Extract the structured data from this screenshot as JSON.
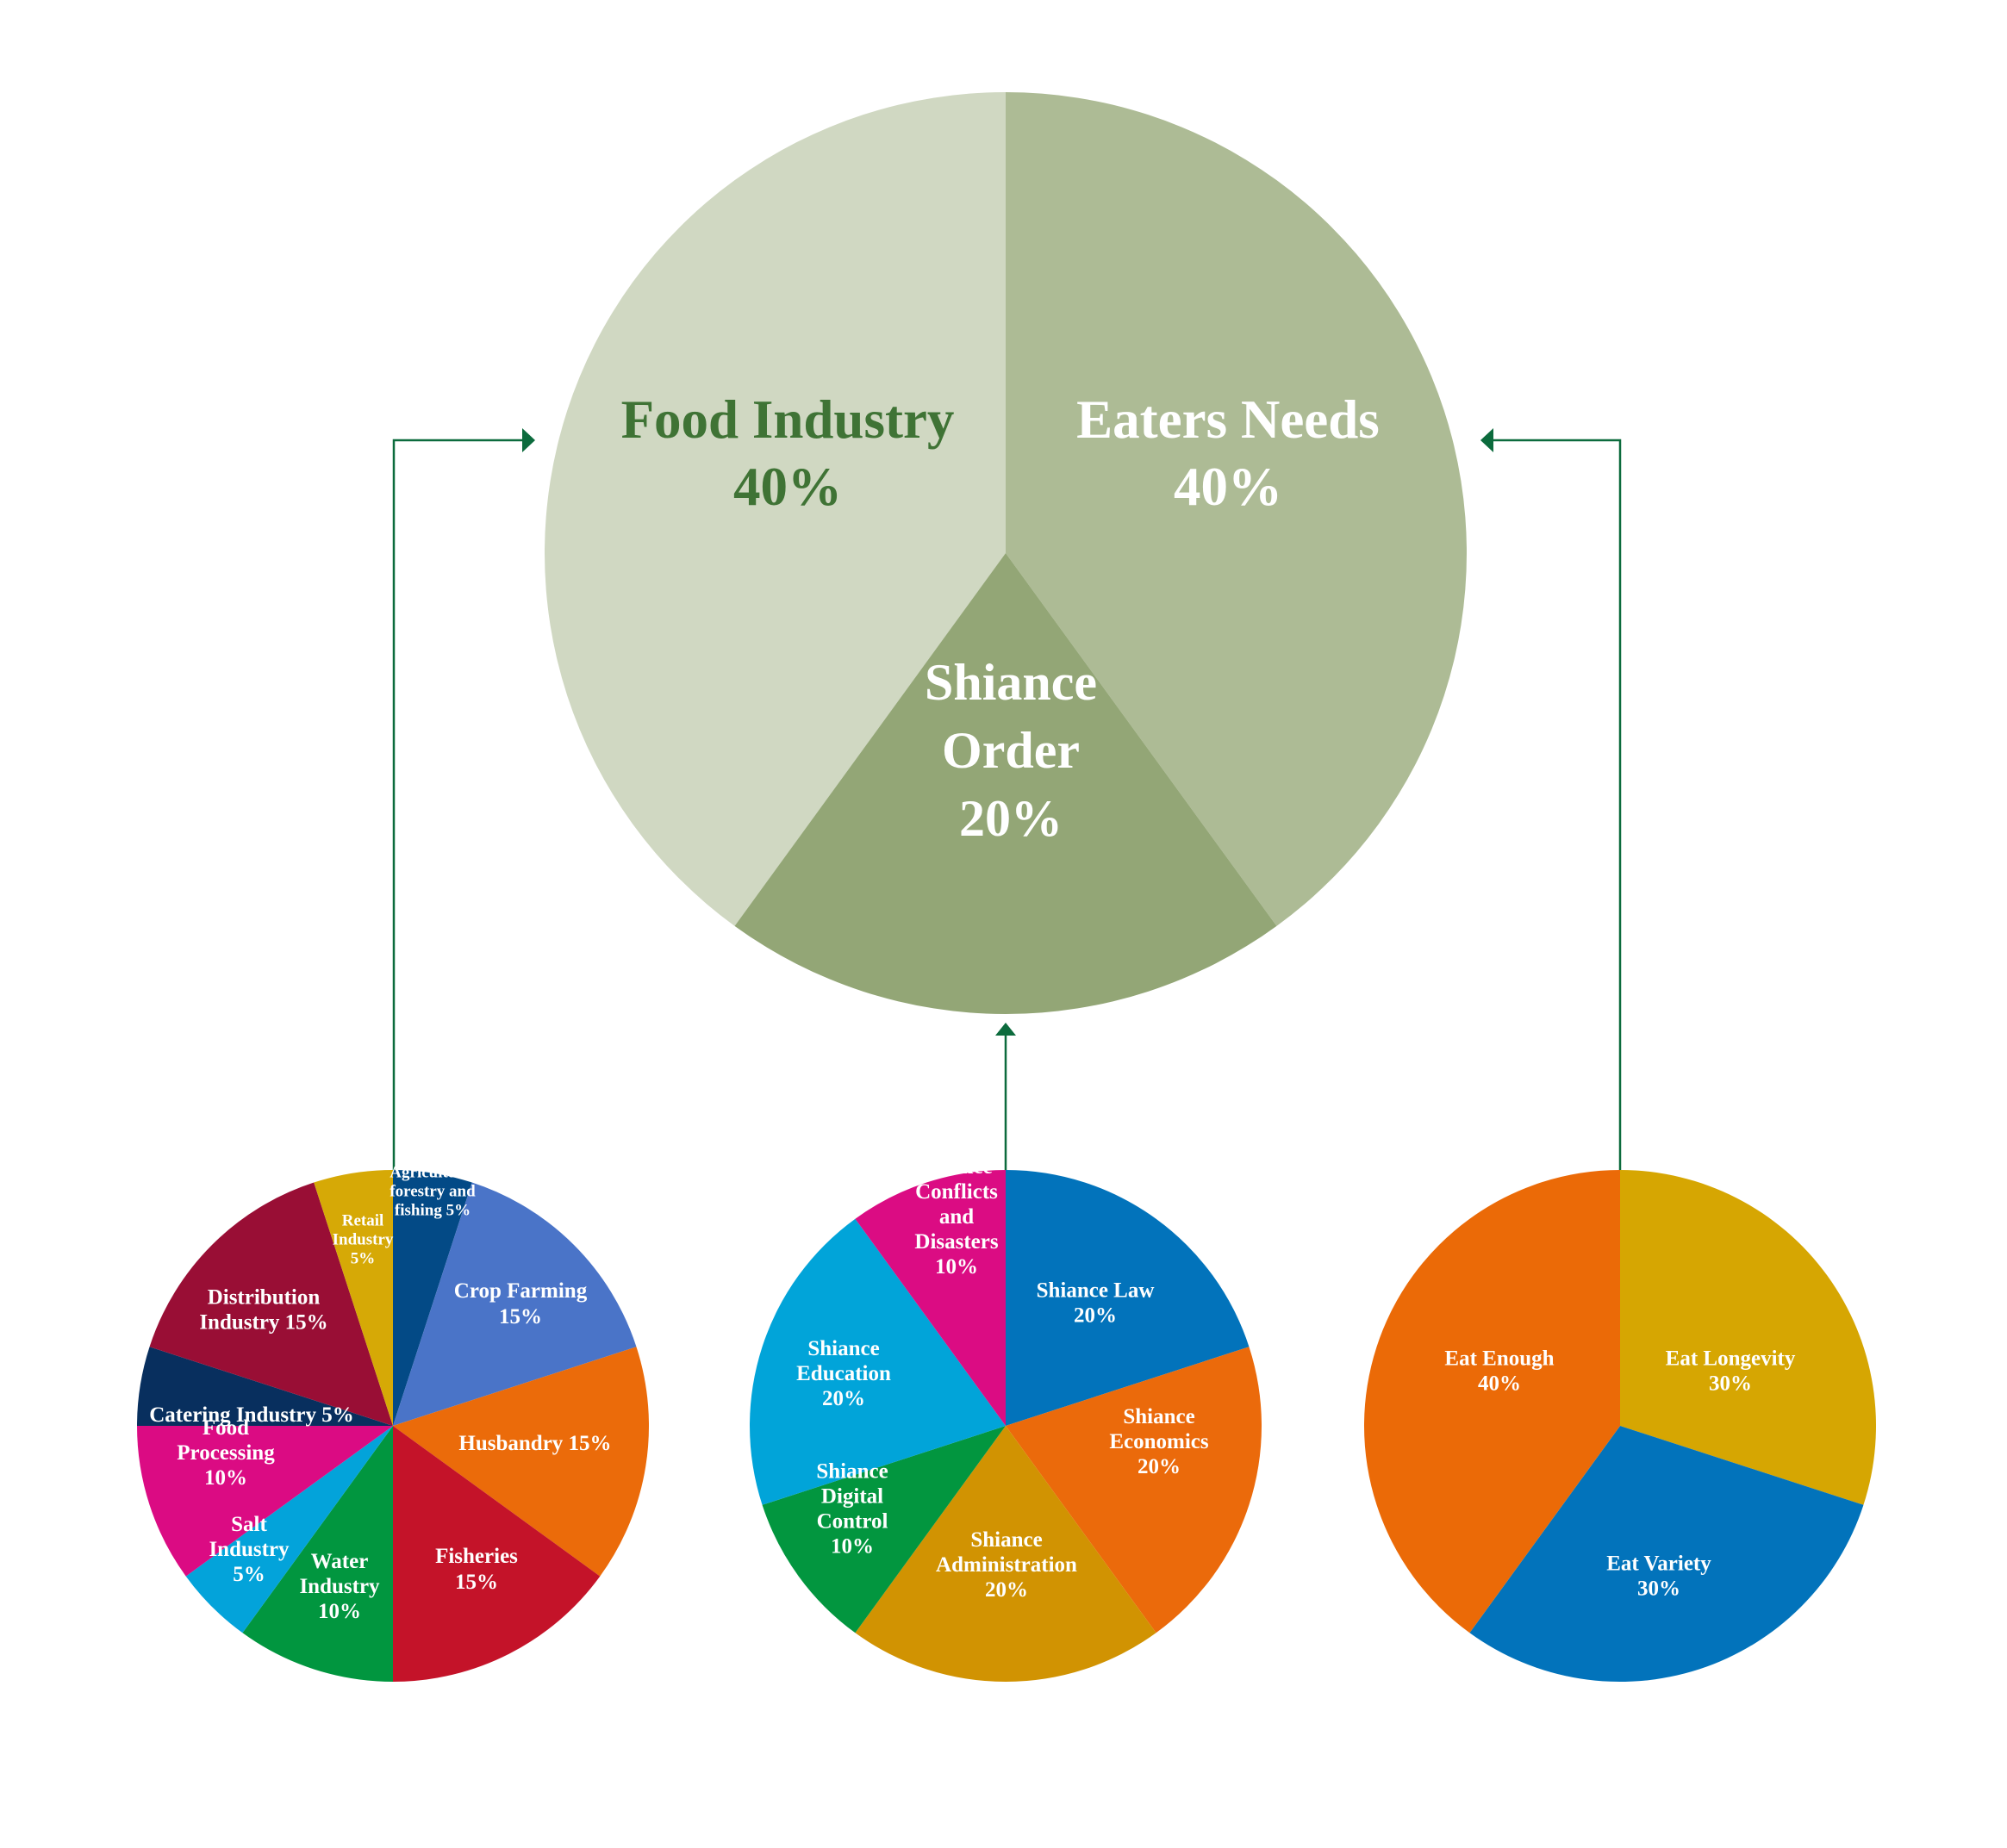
{
  "chart_data": [
    {
      "type": "pie",
      "title": "",
      "slices": [
        {
          "label": [
            "Eaters Needs",
            "40%"
          ],
          "value": 40,
          "color": "#adbb95",
          "text_color": "#ffffff"
        },
        {
          "label": [
            "Shiance",
            "Order",
            "20%"
          ],
          "value": 20,
          "color": "#93a676",
          "text_color": "#ffffff"
        },
        {
          "label": [
            "Food Industry",
            "40%"
          ],
          "value": 40,
          "color": "#d0d8c2",
          "text_color": "#3f7335"
        }
      ]
    },
    {
      "type": "pie",
      "title": "",
      "slices": [
        {
          "label": [
            "Agriculture,",
            "forestry and",
            "fishing 5%"
          ],
          "value": 5,
          "color": "#034a86",
          "text_color": "#ffffff"
        },
        {
          "label": [
            "Crop Farming",
            "15%"
          ],
          "value": 15,
          "color": "#4a74c8",
          "text_color": "#ffffff"
        },
        {
          "label": [
            "Husbandry 15%"
          ],
          "value": 15,
          "color": "#eb6b0a",
          "text_color": "#ffffff"
        },
        {
          "label": [
            "Fisheries",
            "15%"
          ],
          "value": 15,
          "color": "#c41329",
          "text_color": "#ffffff"
        },
        {
          "label": [
            "Water",
            "Industry",
            "10%"
          ],
          "value": 10,
          "color": "#01963f",
          "text_color": "#ffffff"
        },
        {
          "label": [
            "Salt",
            "Industry",
            "5%"
          ],
          "value": 5,
          "color": "#03a3da",
          "text_color": "#ffffff"
        },
        {
          "label": [
            "Food",
            "Processing",
            "10%"
          ],
          "value": 10,
          "color": "#db0b83",
          "text_color": "#ffffff"
        },
        {
          "label": [
            "Catering Industry 5%"
          ],
          "value": 5,
          "color": "#082f5e",
          "text_color": "#ffffff"
        },
        {
          "label": [
            "Distribution",
            "Industry 15%"
          ],
          "value": 15,
          "color": "#990e35",
          "text_color": "#ffffff"
        },
        {
          "label": [
            "Retail",
            "Industry",
            "5%"
          ],
          "value": 5,
          "color": "#d6a906",
          "text_color": "#ffffff"
        }
      ]
    },
    {
      "type": "pie",
      "title": "",
      "slices": [
        {
          "label": [
            "Shiance Law",
            "20%"
          ],
          "value": 20,
          "color": "#0273bb",
          "text_color": "#ffffff"
        },
        {
          "label": [
            "Shiance",
            "Economics",
            "20%"
          ],
          "value": 20,
          "color": "#eb6a0b",
          "text_color": "#ffffff"
        },
        {
          "label": [
            "Shiance",
            "Administration",
            "20%"
          ],
          "value": 20,
          "color": "#d19302",
          "text_color": "#ffffff"
        },
        {
          "label": [
            "Shiance",
            "Digital",
            "Control",
            "10%"
          ],
          "value": 10,
          "color": "#02963f",
          "text_color": "#ffffff"
        },
        {
          "label": [
            "Shiance",
            "Education",
            "20%"
          ],
          "value": 20,
          "color": "#01a4d9",
          "text_color": "#ffffff"
        },
        {
          "label": [
            "Shiance",
            "Conflicts",
            "and",
            "Disasters",
            "10%"
          ],
          "value": 10,
          "color": "#db0c83",
          "text_color": "#ffffff"
        }
      ]
    },
    {
      "type": "pie",
      "title": "",
      "slices": [
        {
          "label": [
            "Eat Longevity",
            "30%"
          ],
          "value": 30,
          "color": "#d6a602",
          "text_color": "#ffffff"
        },
        {
          "label": [
            "Eat Variety",
            "30%"
          ],
          "value": 30,
          "color": "#0273bb",
          "text_color": "#ffffff"
        },
        {
          "label": [
            "Eat Enough",
            "40%"
          ],
          "value": 40,
          "color": "#eb6a07",
          "text_color": "#ffffff"
        }
      ]
    }
  ],
  "connector_color": "#0c6b3d"
}
